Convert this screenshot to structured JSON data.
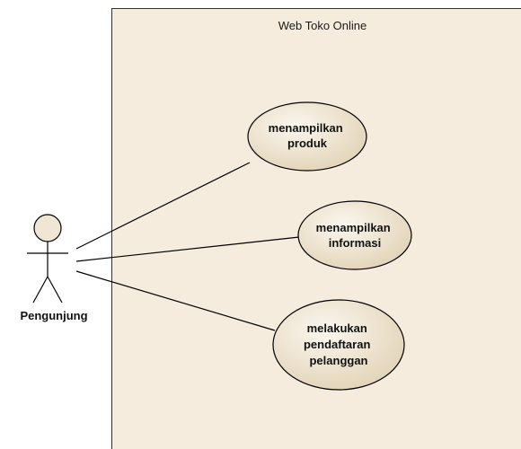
{
  "diagram": {
    "system": {
      "title": "Web Toko Online",
      "fill": "#f5ecdd",
      "stroke": "#333333"
    },
    "actor": {
      "name": "Pengunjung",
      "icon": "stick-figure-icon"
    },
    "use_cases": [
      {
        "id": "menampilkan-produk",
        "lines": [
          "menampilkan",
          "produk"
        ]
      },
      {
        "id": "menampilkan-informasi",
        "lines": [
          "menampilkan",
          "informasi"
        ]
      },
      {
        "id": "melakukan-pendaftaran-pelanggan",
        "lines": [
          "melakukan",
          "pendaftaran",
          "pelanggan"
        ]
      }
    ],
    "associations": [
      {
        "from": "Pengunjung",
        "to": "menampilkan-produk"
      },
      {
        "from": "Pengunjung",
        "to": "menampilkan-informasi"
      },
      {
        "from": "Pengunjung",
        "to": "melakukan-pendaftaran-pelanggan"
      }
    ],
    "colors": {
      "use_case_fill_light": "#fbf7ef",
      "use_case_fill_dark": "#e2d3b7",
      "actor_fill": "#efe6d6",
      "line": "#000000"
    }
  }
}
